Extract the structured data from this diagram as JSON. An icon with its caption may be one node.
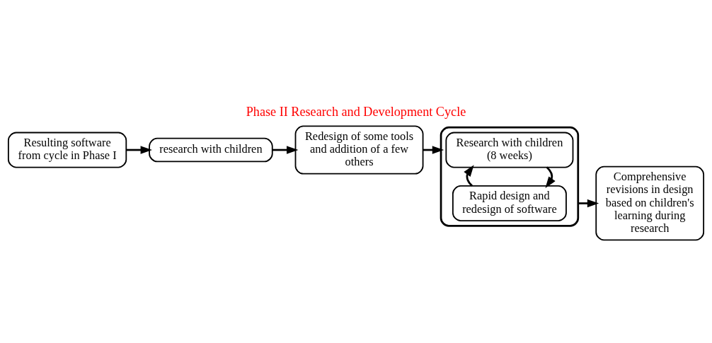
{
  "diagram": {
    "title": "Phase II Research and Development Cycle",
    "nodes": [
      {
        "text": [
          "Resulting software from cycle in Phase I"
        ]
      },
      {
        "text": [
          "research with children"
        ]
      },
      {
        "text": [
          "Redesign of some tools and addition of a few others"
        ]
      },
      {
        "text": [],
        "shape": "box"
      },
      {
        "text": [
          "Research with children (8 weeks)"
        ],
        "in": 3
      },
      {
        "text": [
          "Rapid design and redesign of software"
        ],
        "in": 3
      },
      {
        "text": [
          "Comprehensive revisions in design based on children's learning during research"
        ]
      }
    ],
    "edges": [
      {
        "from": 0,
        "to": 1,
        "arrow": "to"
      },
      {
        "from": 1,
        "to": 2,
        "arrow": "to"
      },
      {
        "from": 2,
        "to": 3,
        "arrow": "to"
      },
      {
        "from": 4,
        "to": 5,
        "arrow": "to"
      },
      {
        "from": 5,
        "to": 4,
        "arrow": "to"
      },
      {
        "from": 3,
        "to": 6,
        "arrow": "to"
      }
    ]
  }
}
